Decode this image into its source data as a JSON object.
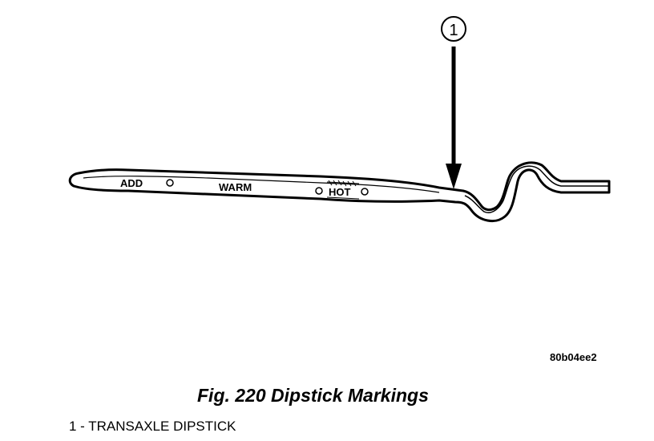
{
  "figure": {
    "callout_number": "1",
    "marks": {
      "add": "ADD",
      "warm": "WARM",
      "hot": "HOT"
    },
    "reference_code": "80b04ee2",
    "caption": "Fig. 220 Dipstick Markings",
    "legend": [
      {
        "text": "1 - TRANSAXLE DIPSTICK"
      }
    ]
  }
}
